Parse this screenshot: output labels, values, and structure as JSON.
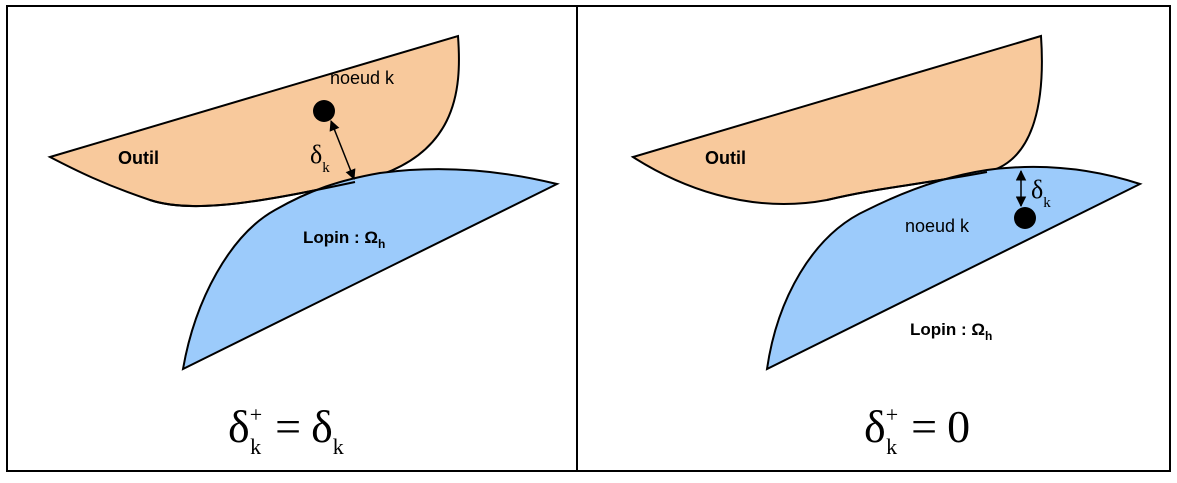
{
  "colors": {
    "outil_fill": "#f8c99c",
    "lopin_fill": "#9ccbfb",
    "stroke": "#000000",
    "border": "#000000",
    "background": "#ffffff"
  },
  "left_panel": {
    "outil_label": "Outil",
    "lopin_label": "Lopin : ",
    "lopin_omega": "Ω",
    "lopin_sub": "h",
    "node_label": "noeud k",
    "gap_symbol": "δ",
    "gap_sub": "k",
    "formula": {
      "lhs_symbol": "δ",
      "lhs_sup": "+",
      "lhs_sub": "k",
      "equals": "=",
      "rhs_symbol": "δ",
      "rhs_sub": "k"
    }
  },
  "right_panel": {
    "outil_label": "Outil",
    "lopin_label": "Lopin : ",
    "lopin_omega": "Ω",
    "lopin_sub": "h",
    "node_label": "noeud k",
    "gap_symbol": "δ",
    "gap_sub": "k",
    "formula": {
      "lhs_symbol": "δ",
      "lhs_sup": "+",
      "lhs_sub": "k",
      "equals": "=",
      "rhs_value": "0"
    }
  }
}
